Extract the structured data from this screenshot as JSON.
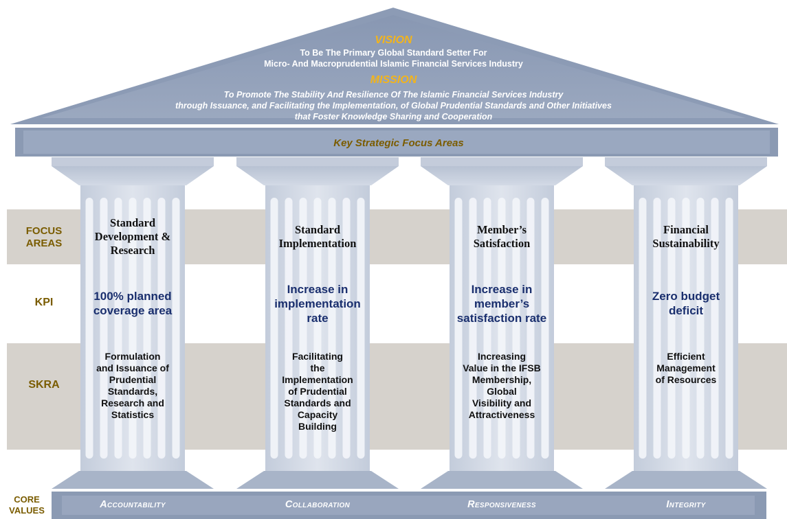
{
  "roof": {
    "vision_heading": "VISION",
    "vision_line1": "To Be The Primary Global Standard Setter For",
    "vision_line2": "Micro- And Macroprudential Islamic Financial Services Industry",
    "mission_heading": "MISSION",
    "mission_line1": "To Promote The Stability And Resilience Of The Islamic Financial Services Industry",
    "mission_line2": "through Issuance, and Facilitating the Implementation, of Global Prudential Standards and Other Initiatives",
    "mission_line3": "that Foster Knowledge Sharing and Cooperation"
  },
  "banner": {
    "label": "Key Strategic Focus Areas"
  },
  "row_labels": {
    "focus_line1": "FOCUS",
    "focus_line2": "AREAS",
    "kpi": "KPI",
    "skra": "SKRA",
    "core_line1": "CORE",
    "core_line2": "VALUES"
  },
  "pillars": [
    {
      "focus": [
        "Standard",
        "Development &",
        "Research"
      ],
      "kpi": [
        "100% planned",
        "coverage area"
      ],
      "skra": [
        "Formulation",
        "and Issuance of",
        "Prudential",
        "Standards,",
        "Research and",
        "Statistics"
      ]
    },
    {
      "focus": [
        "Standard",
        "Implementation"
      ],
      "kpi": [
        "Increase in",
        "implementation",
        "rate"
      ],
      "skra": [
        "Facilitating",
        "the",
        "Implementation",
        "of Prudential",
        "Standards and",
        "Capacity",
        "Building"
      ]
    },
    {
      "focus": [
        "Member’s",
        "Satisfaction"
      ],
      "kpi": [
        "Increase in",
        "member’s",
        "satisfaction rate"
      ],
      "skra": [
        "Increasing",
        "Value in the IFSB",
        "Membership,",
        "Global",
        "Visibility and",
        "Attractiveness"
      ]
    },
    {
      "focus": [
        "Financial",
        "Sustainability"
      ],
      "kpi": [
        "Zero budget",
        "deficit"
      ],
      "skra": [
        "Efficient",
        "Management",
        "of Resources"
      ]
    }
  ],
  "core_values": [
    "Accountability",
    "Collaboration",
    "Responsiveness",
    "Integrity"
  ],
  "colors": {
    "roof": "#8e9db7",
    "band": "#d6d2cc",
    "pillar": "#d5dce8",
    "gold": "#f2b41c",
    "label_gold": "#7a5c00",
    "kpi_blue": "#1a2f6e"
  }
}
